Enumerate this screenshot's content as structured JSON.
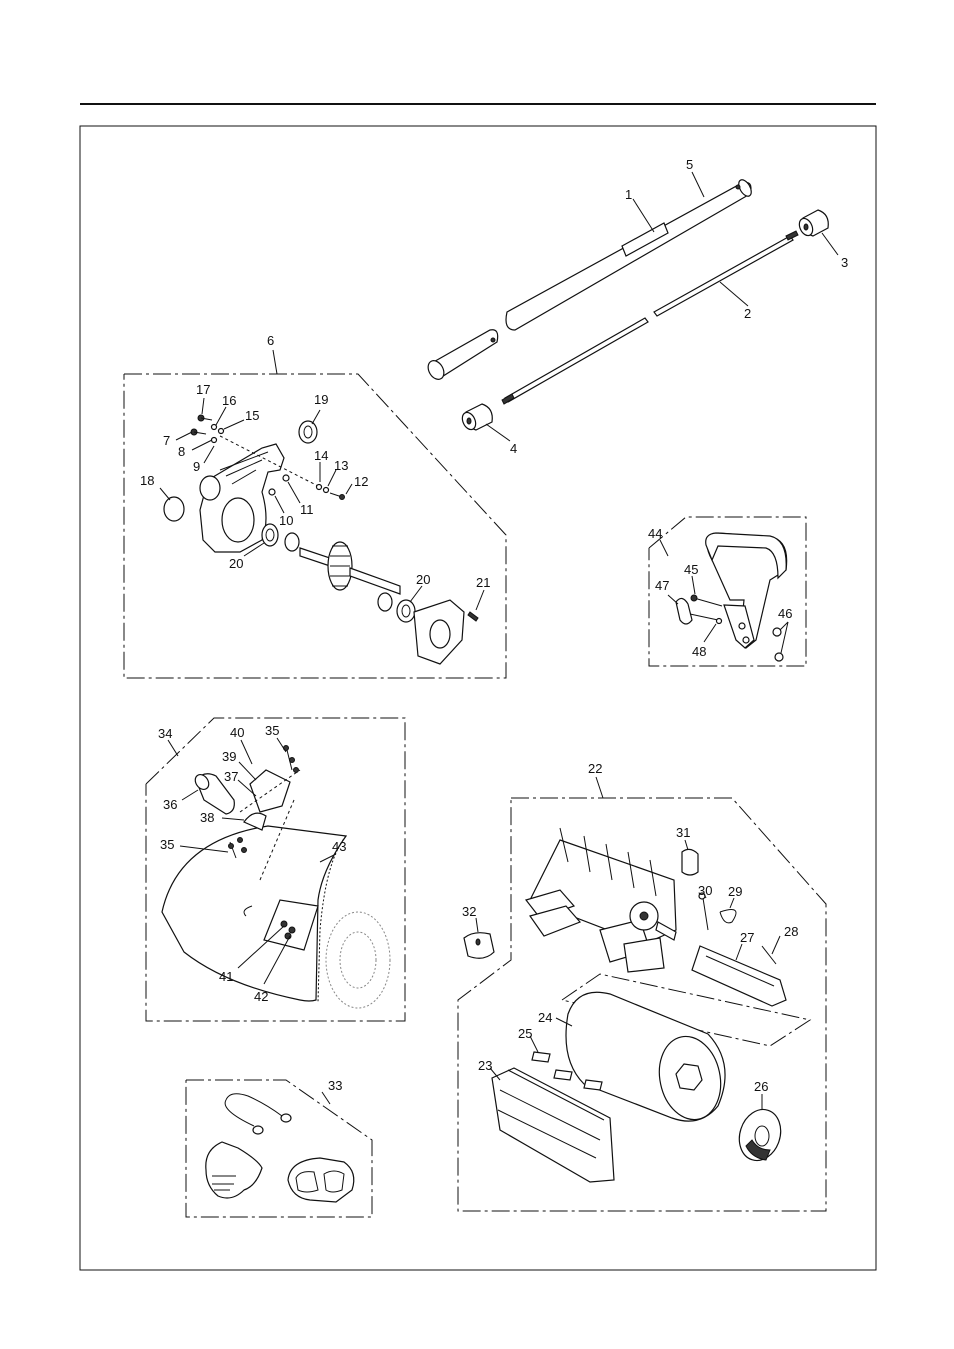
{
  "callouts": {
    "c1": "1",
    "c2": "2",
    "c3": "3",
    "c4": "4",
    "c5": "5",
    "c6": "6",
    "c7": "7",
    "c8": "8",
    "c9": "9",
    "c10": "10",
    "c11": "11",
    "c12": "12",
    "c13": "13",
    "c14": "14",
    "c15": "15",
    "c16": "16",
    "c17": "17",
    "c18": "18",
    "c19": "19",
    "c20a": "20",
    "c20b": "20",
    "c21": "21",
    "c22": "22",
    "c23": "23",
    "c24": "24",
    "c25": "25",
    "c26": "26",
    "c27": "27",
    "c28": "28",
    "c29": "29",
    "c30": "30",
    "c31": "31",
    "c32": "32",
    "c33": "33",
    "c34": "34",
    "c35a": "35",
    "c35b": "35",
    "c36": "36",
    "c37": "37",
    "c38": "38",
    "c39": "39",
    "c40": "40",
    "c41": "41",
    "c42": "42",
    "c43": "43",
    "c44": "44",
    "c45": "45",
    "c46": "46",
    "c47": "47",
    "c48": "48"
  }
}
